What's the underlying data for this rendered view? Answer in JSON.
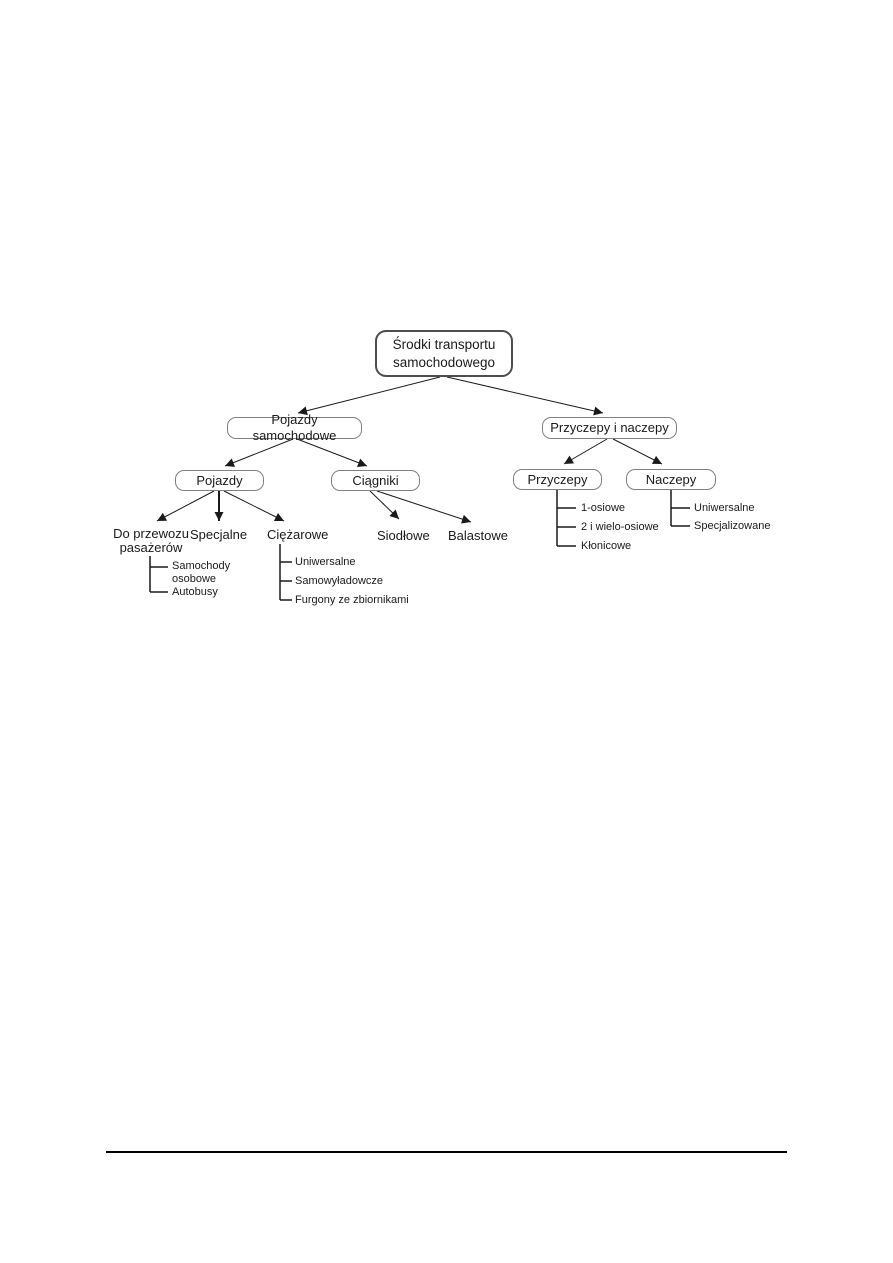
{
  "diagram": {
    "root": "Środki transportu\nsamochodowego",
    "branches": {
      "pojazdy_samochodowe": "Pojazdy samochodowe",
      "przyczepy_i_naczepy": "Przyczepy i naczepy",
      "pojazdy": "Pojazdy",
      "ciagniki": "Ciągniki",
      "przyczepy": "Przyczepy",
      "naczepy": "Naczepy"
    },
    "leaves": {
      "do_przewozu": "Do przewozu\npasażerów",
      "specjalne": "Specjalne",
      "ciezarowe": "Ciężarowe",
      "siodlowe": "Siodłowe",
      "balastowe": "Balastowe"
    },
    "sublists": {
      "do_przewozu": [
        "Samochody\nosobowe",
        "Autobusy"
      ],
      "ciezarowe": [
        "Uniwersalne",
        "Samowyładowcze",
        "Furgony ze zbiornikami"
      ],
      "przyczepy": [
        "1-osiowe",
        "2 i wielo-osiowe",
        "Kłonicowe"
      ],
      "naczepy": [
        "Uniwersalne",
        "Specjalizowane"
      ]
    }
  },
  "colors": {
    "box_border": "#808080",
    "root_box_border": "#4d4d4d",
    "line": "#1a1a1a",
    "text": "#1a1a1a",
    "page_background": "#ffffff",
    "footer_rule": "#000000"
  }
}
